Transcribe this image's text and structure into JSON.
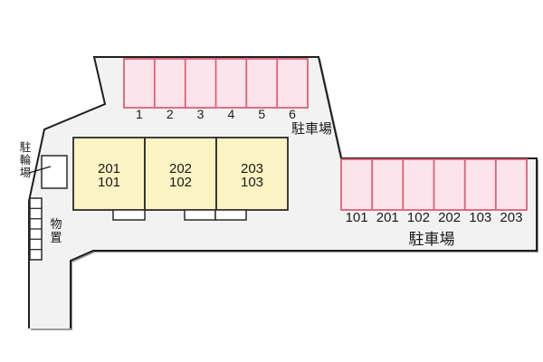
{
  "top_parking": {
    "label": "駐車場",
    "space_labels": [
      "1",
      "2",
      "3",
      "4",
      "5",
      "6"
    ]
  },
  "right_parking": {
    "label": "駐車場",
    "space_labels": [
      "101",
      "201",
      "102",
      "202",
      "103",
      "203"
    ]
  },
  "building": {
    "units": [
      {
        "upper": "201",
        "lower": "101"
      },
      {
        "upper": "202",
        "lower": "102"
      },
      {
        "upper": "203",
        "lower": "103"
      }
    ]
  },
  "bicycle_parking": {
    "label": "駐輪場"
  },
  "storage": {
    "label": "物置"
  },
  "colors": {
    "site_fill": "#f2f2f2",
    "outline": "#1f1f1f",
    "parking_fill": "#fce4ec",
    "parking_border": "#dd6078",
    "building_fill": "#fbf3c3"
  }
}
